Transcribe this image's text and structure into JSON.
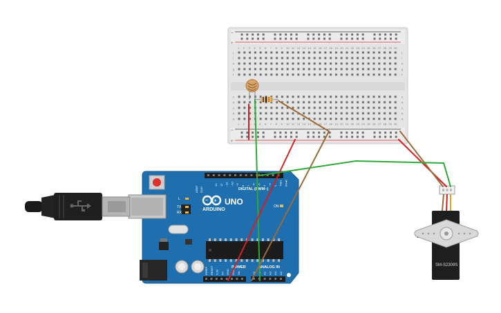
{
  "breadboard": {
    "row_letters_top": [
      "j",
      "i",
      "h",
      "g",
      "f"
    ],
    "row_letters_bottom": [
      "e",
      "d",
      "c",
      "b",
      "a"
    ],
    "column_numbers": [
      "1",
      "2",
      "3",
      "4",
      "5",
      "6",
      "7",
      "8",
      "9",
      "10",
      "11",
      "12",
      "13",
      "14",
      "15",
      "16",
      "17",
      "18",
      "19",
      "20",
      "21",
      "22",
      "23",
      "24",
      "25",
      "26",
      "27",
      "28",
      "29",
      "30"
    ],
    "rail_plus": "+",
    "rail_minus": "−"
  },
  "arduino": {
    "logo_text": "ARDUINO",
    "model_text": "UNO",
    "digital_label": "DIGITAL (PWM~)",
    "power_label": "POWER",
    "analog_label": "ANALOG IN",
    "aref_label": "AREF",
    "gnd_label": "GND",
    "digital_pins": [
      "13",
      "12",
      "~11",
      "~10",
      "~9",
      "8",
      "7",
      "~6",
      "~5",
      "4",
      "~3",
      "2",
      "TX▸1",
      "RX◂0"
    ],
    "power_pins": [
      "IOREF",
      "RESET",
      "3.3V",
      "5V",
      "GND",
      "GND",
      "Vin"
    ],
    "analog_pins": [
      "A0",
      "A1",
      "A2",
      "A3",
      "A4",
      "A5"
    ],
    "led_labels": [
      "L",
      "TX",
      "RX"
    ],
    "on_label": "ON"
  },
  "servo": {
    "model_text": "SM-S2309S"
  },
  "colors": {
    "board_blue": "#1f6fae",
    "board_edge": "#185a8f",
    "wire_red": "#d42020",
    "wire_green": "#2ea836",
    "wire_brown": "#9b6a3c",
    "breadboard": "#e6e6e6",
    "rail_red": "#d8292f",
    "rail_black": "#333333"
  }
}
